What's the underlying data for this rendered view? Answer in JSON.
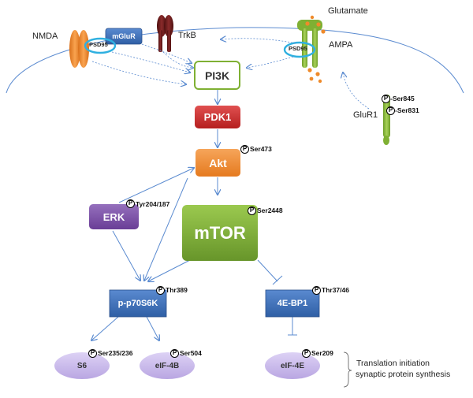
{
  "receptors": {
    "nmda": "NMDA",
    "mglur": "mGluR",
    "psd95_left": "PSD95",
    "trkb": "TrkB",
    "glutamate": "Glutamate",
    "ampa": "AMPA",
    "psd95_right": "PSD95",
    "glur1": "GluR1"
  },
  "nodes": {
    "pi3k": "PI3K",
    "pdk1": "PDK1",
    "akt": "Akt",
    "erk": "ERK",
    "mtor": "mTOR",
    "p70s6k": "p-p70S6K",
    "bp1": "4E-BP1",
    "s6": "S6",
    "eif4b": "eIF-4B",
    "eif4e": "eIF-4E"
  },
  "phospho": {
    "symbol": "P",
    "ser845": "-Ser845",
    "ser831": "-Ser831",
    "akt": "Ser473",
    "erk": "Tyr204/187",
    "mtor": "Ser2448",
    "p70s6k": "Thr389",
    "bp1": "Thr37/46",
    "s6": "Ser235/236",
    "eif4b": "Ser504",
    "eif4e": "Ser209"
  },
  "annotation": {
    "line1": "Translation initiation",
    "line2": "synaptic protein synthesis"
  },
  "colors": {
    "arrow": "#5b8bd0",
    "pdk1": "#d12f2f",
    "akt": "#f08a32",
    "erk": "#7a50a4",
    "mtor": "#79ab34",
    "box": "#3d6fb5",
    "ellipse": "#c9b9ea",
    "receptor_green": "#8cbb3c",
    "nmda": "#ef8a2a",
    "trkb": "#6c1b1b",
    "psd95_ring": "#2fb0e0",
    "glutamate_dot": "#ef8a2a"
  }
}
